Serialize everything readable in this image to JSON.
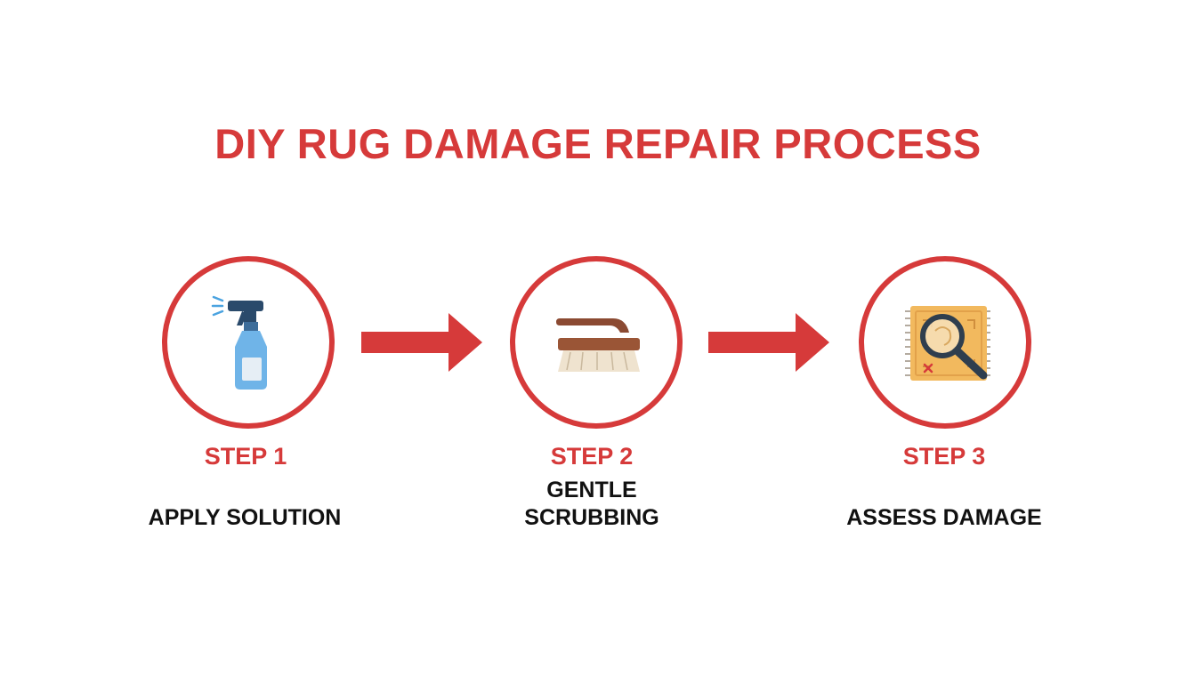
{
  "title": "DIY RUG DAMAGE REPAIR PROCESS",
  "accent_color": "#d63a3a",
  "steps": [
    {
      "label": "STEP 1",
      "description_line1": "APPLY SOLUTION",
      "description_line2": "",
      "icon": "spray-bottle-icon"
    },
    {
      "label": "STEP 2",
      "description_line1": "GENTLE",
      "description_line2": "SCRUBBING",
      "icon": "scrub-brush-icon"
    },
    {
      "label": "STEP 3",
      "description_line1": "ASSESS DAMAGE",
      "description_line2": "",
      "icon": "magnifier-rug-icon"
    }
  ]
}
